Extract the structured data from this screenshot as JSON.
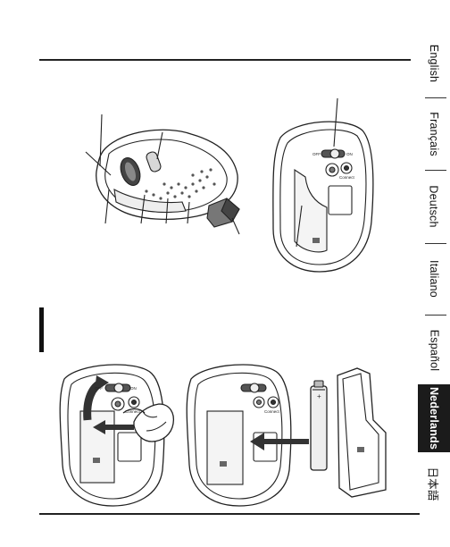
{
  "languages": [
    {
      "label": "English",
      "active": false
    },
    {
      "label": "Français",
      "active": false
    },
    {
      "label": "Deutsch",
      "active": false
    },
    {
      "label": "Italiano",
      "active": false
    },
    {
      "label": "Español",
      "active": false
    },
    {
      "label": "Nederlands",
      "active": true
    },
    {
      "label": "日本語",
      "active": false
    }
  ],
  "mouse_bottom": {
    "switch_off": "OFF",
    "switch_on": "ON",
    "connect": "Connect"
  },
  "battery_step": {
    "switch_off": "OFF",
    "switch_on": "ON",
    "connect_left": "Connect",
    "connect_right": "Connect"
  },
  "colors": {
    "accent_tab": "#1b1b1b",
    "line": "#222222"
  }
}
